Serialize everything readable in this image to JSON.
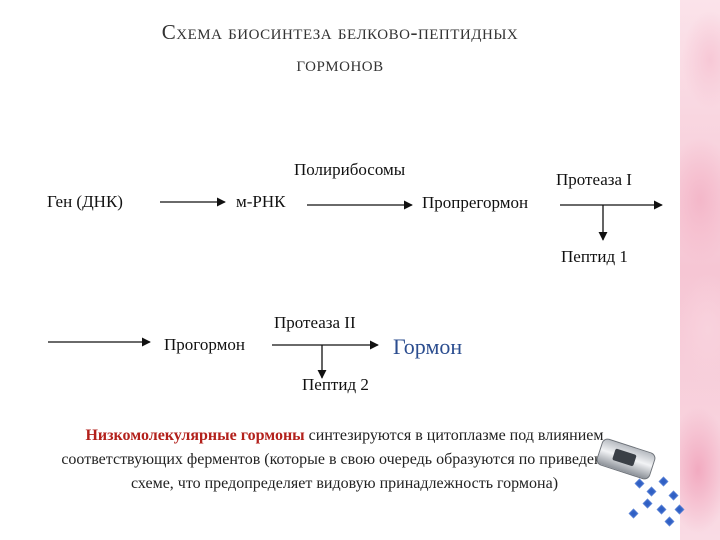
{
  "title": {
    "line1": "Схема биосинтеза белково-пептидных",
    "line2": "гормонов"
  },
  "diagram": {
    "gene": "Ген (ДНК)",
    "mrna": "м-РНК",
    "polyribosomes": "Полирибосомы",
    "preprohormone": "Пропрегормон",
    "protease1": "Протеаза I",
    "peptide1": "Пептид 1",
    "prohormone": "Прогормон",
    "protease2": "Протеаза II",
    "hormone": "Гормон",
    "peptide2": "Пептид 2"
  },
  "description": {
    "highlight": "Низкомолекулярные гормоны",
    "text": " синтезируются в цитоплазме под влиянием соответствующих ферментов (которые в свою очередь образуются по приведенной схеме, что предопределяет видовую принадлежность гормона)"
  },
  "colors": {
    "highlight": "#b3211c",
    "hormone": "#2b4d8f",
    "accent_petals": "#f4b7c9"
  }
}
